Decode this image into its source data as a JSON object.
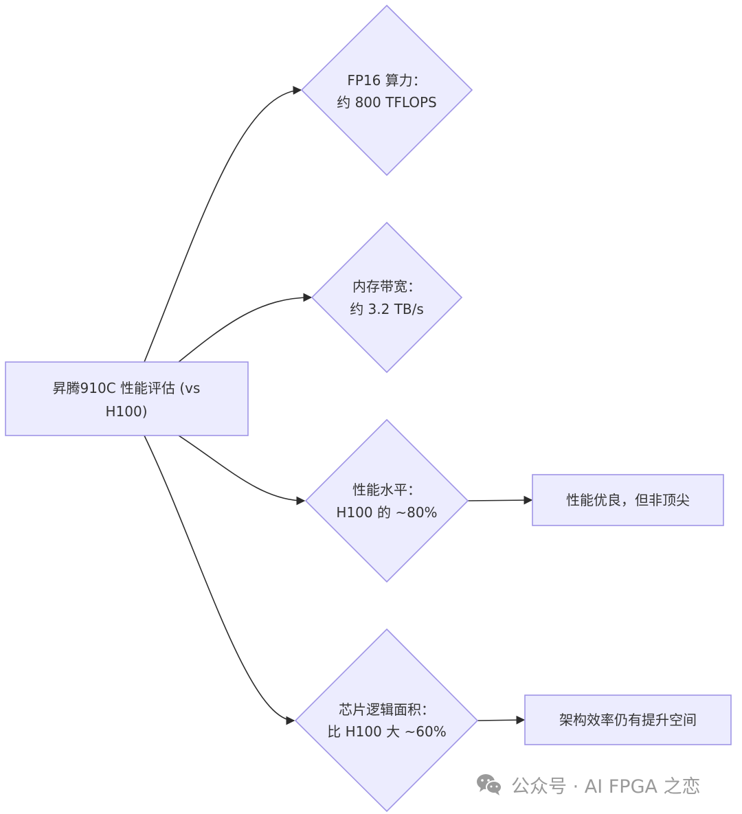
{
  "diagram": {
    "root": {
      "lines": [
        "昇腾910C 性能评估 (vs",
        "H100)"
      ]
    },
    "metrics": [
      {
        "lines": [
          "FP16 算力：",
          "约 800 TFLOPS"
        ]
      },
      {
        "lines": [
          "内存带宽：",
          "约 3.2 TB/s"
        ]
      },
      {
        "lines": [
          "性能水平：",
          "H100 的 ~80%"
        ]
      },
      {
        "lines": [
          "芯片逻辑面积：",
          "比 H100 大 ~60%"
        ]
      }
    ],
    "conclusions": [
      {
        "text": "性能优良，但非顶尖"
      },
      {
        "text": "架构效率仍有提升空间"
      }
    ],
    "colors": {
      "node_fill": "#ececfe",
      "node_stroke": "#9f94e6",
      "edge": "#2b2b2b",
      "text": "#333333"
    }
  },
  "watermark": {
    "icon": "wechat-icon",
    "text": "公众号 · AI FPGA 之恋"
  }
}
